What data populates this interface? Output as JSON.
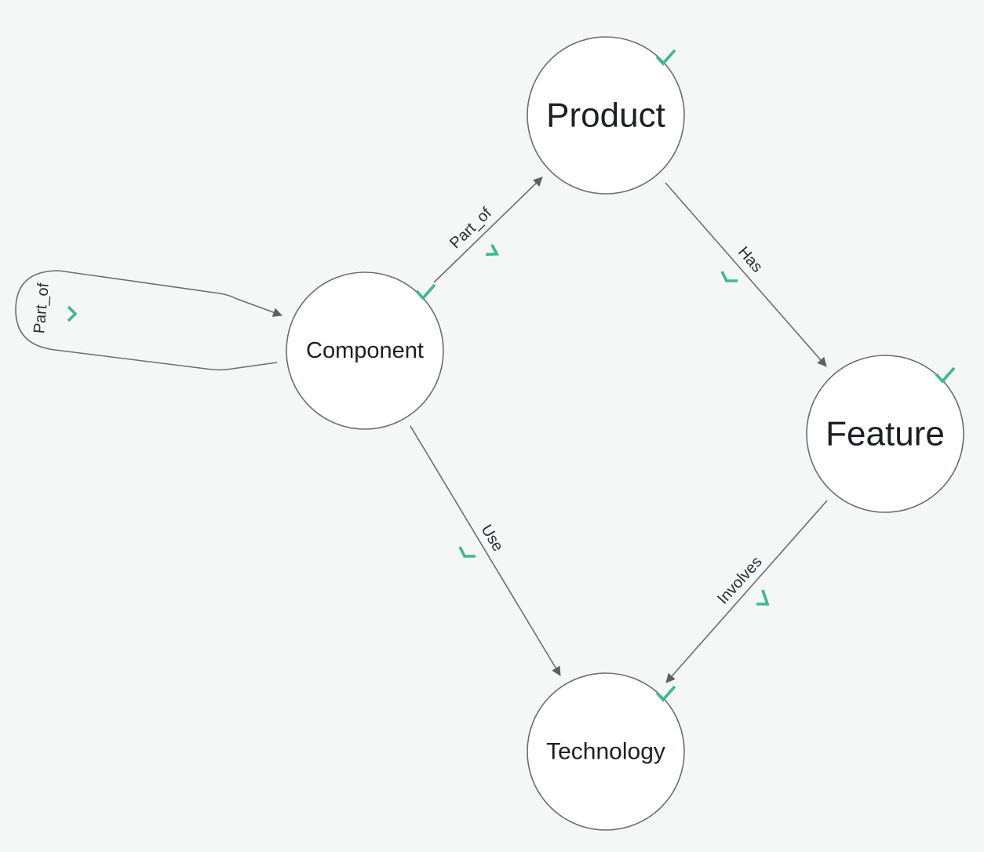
{
  "diagram": {
    "nodes": [
      {
        "id": "product",
        "label": "Product"
      },
      {
        "id": "component",
        "label": "Component"
      },
      {
        "id": "feature",
        "label": "Feature"
      },
      {
        "id": "technology",
        "label": "Technology"
      }
    ],
    "edges": [
      {
        "id": "component-product",
        "source": "component",
        "target": "product",
        "label": "Part_of"
      },
      {
        "id": "product-feature",
        "source": "product",
        "target": "feature",
        "label": "Has"
      },
      {
        "id": "component-technology",
        "source": "component",
        "target": "technology",
        "label": "Use"
      },
      {
        "id": "feature-technology",
        "source": "feature",
        "target": "technology",
        "label": "Involves"
      },
      {
        "id": "component-self",
        "source": "component",
        "target": "component",
        "label": "Part_of"
      }
    ],
    "icons": {
      "check": "check-icon",
      "arrow": "arrowhead-icon"
    },
    "colors": {
      "check": "#3fb98a",
      "edge": "#6b6e72",
      "background": "#f5f7f6"
    }
  }
}
